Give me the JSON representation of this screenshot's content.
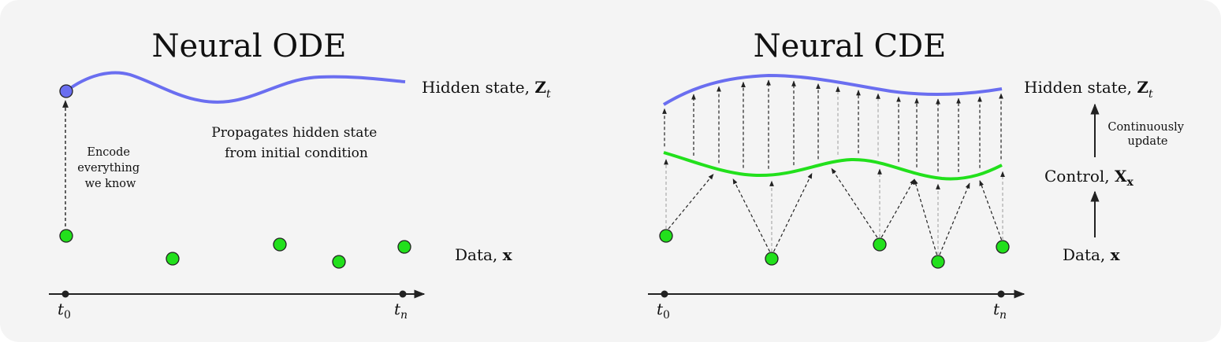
{
  "left": {
    "title": "Neural ODE",
    "hidden_label": "Hidden state, ",
    "hidden_symbol": "Z",
    "hidden_sub": "t",
    "encode_text": [
      "Encode",
      "everything",
      "we know"
    ],
    "propagate_text": [
      "Propagates hidden state",
      "from initial condition"
    ],
    "data_label": "Data, ",
    "data_symbol": "x",
    "t_start": "t",
    "t_start_sub": "0",
    "t_end": "t",
    "t_end_sub": "n"
  },
  "right": {
    "title": "Neural CDE",
    "hidden_label": "Hidden state, ",
    "hidden_symbol": "Z",
    "hidden_sub": "t",
    "update_text": [
      "Continuously",
      "update"
    ],
    "control_label": "Control, ",
    "control_symbol": "X",
    "control_sub": "x",
    "data_label": "Data, ",
    "data_symbol": "x",
    "t_start": "t",
    "t_start_sub": "0",
    "t_end": "t",
    "t_end_sub": "n"
  },
  "colors": {
    "hidden_curve": "#6a6ef0",
    "control_curve": "#22e01c",
    "data_point": "#22e01c",
    "initial_point": "#6a6ef0",
    "axis": "#222222"
  }
}
